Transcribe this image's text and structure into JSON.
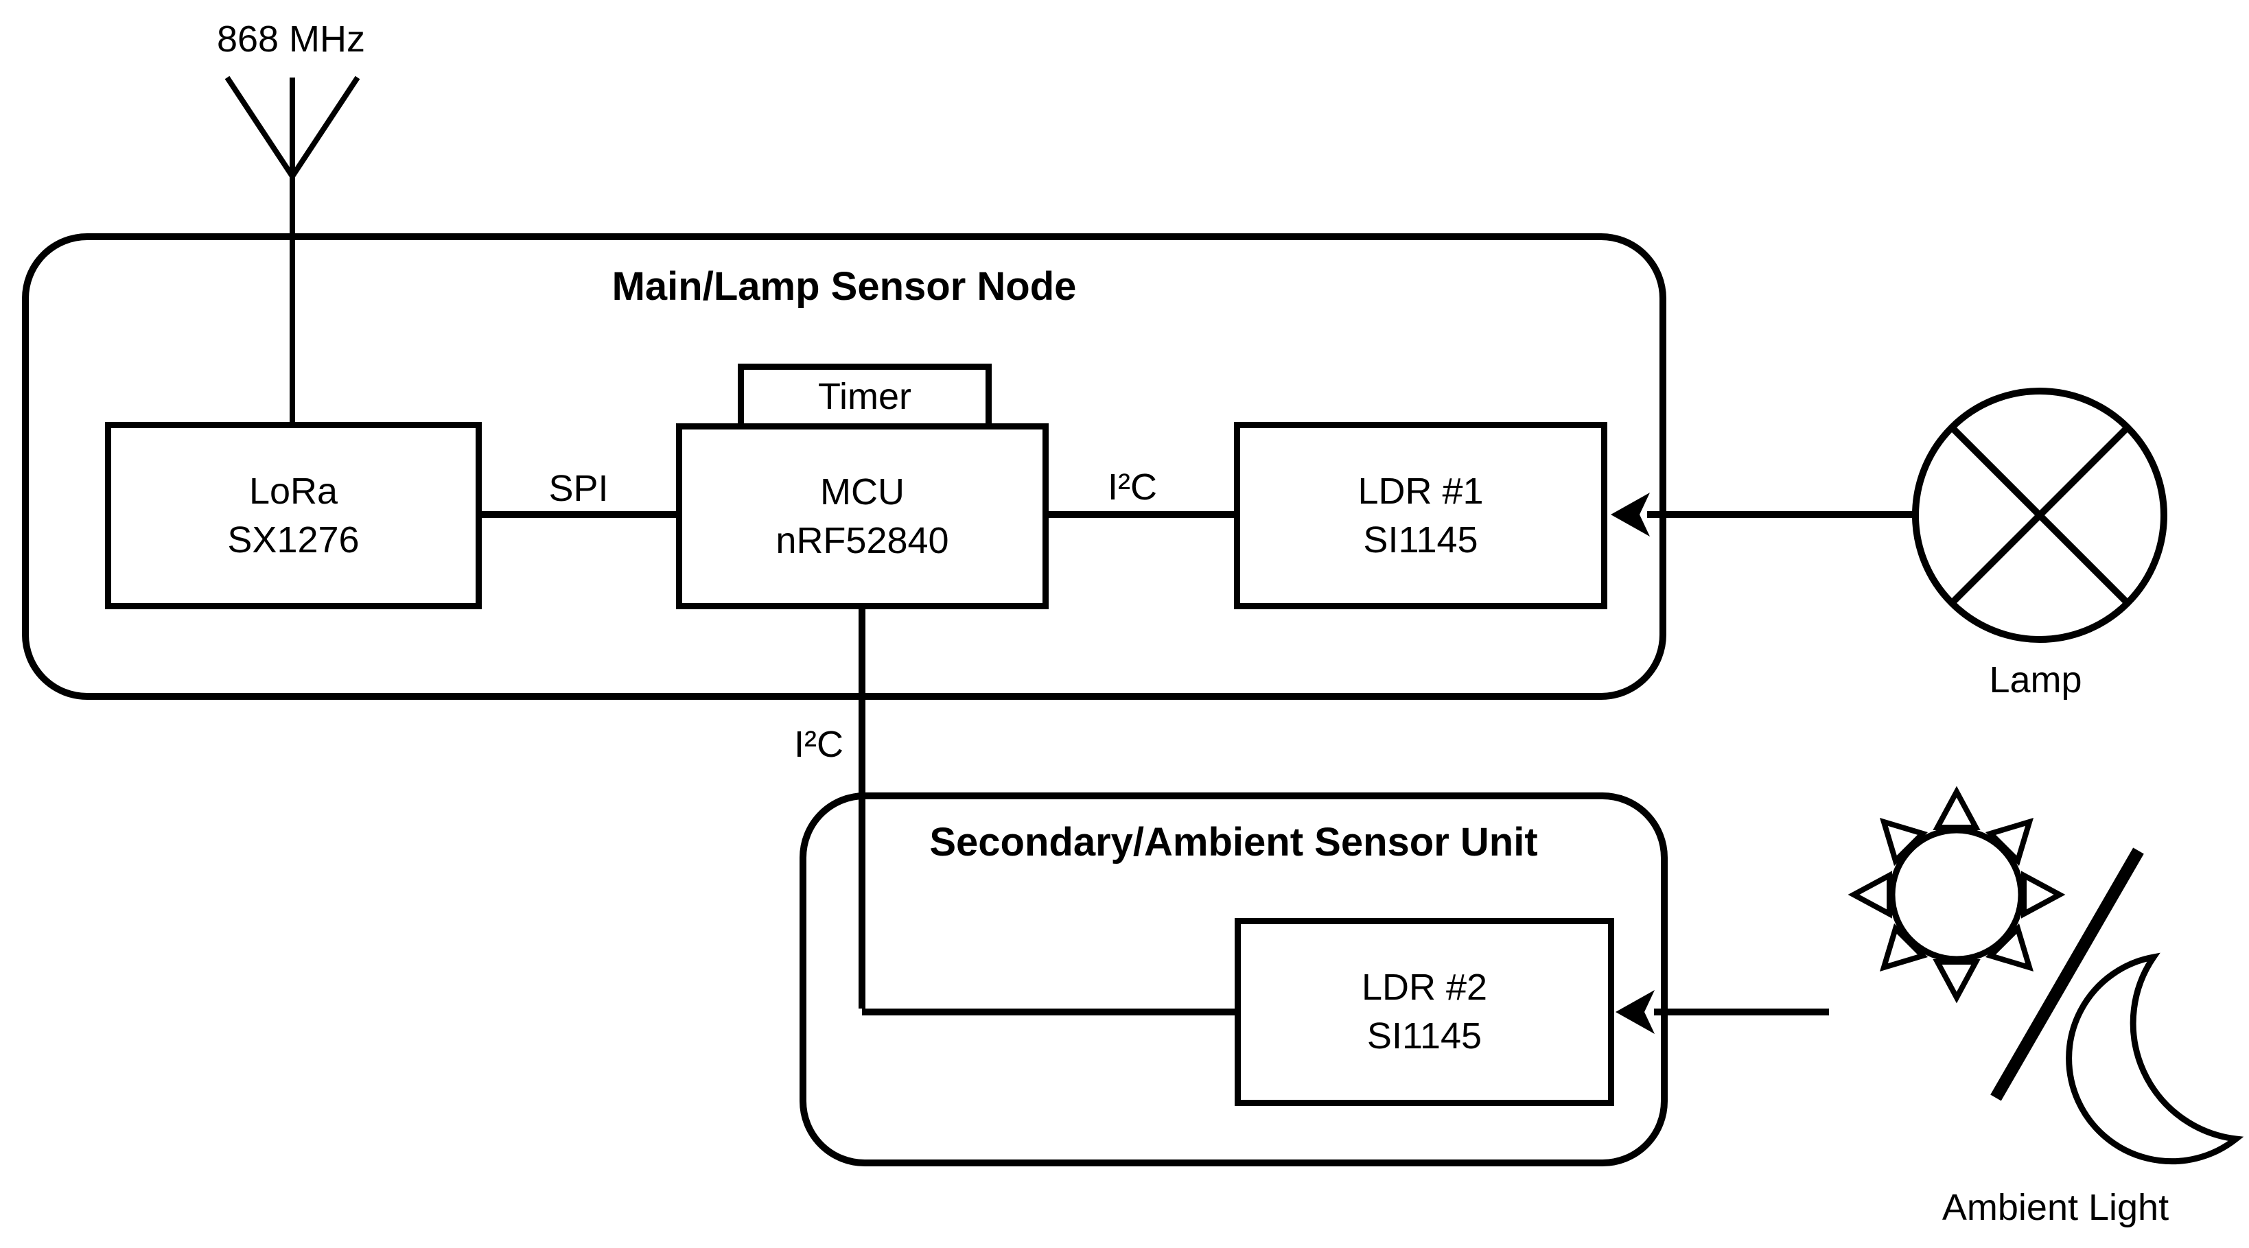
{
  "antenna": {
    "label": "868 MHz"
  },
  "main_node": {
    "title": "Main/Lamp Sensor Node",
    "lora": {
      "line1": "LoRa",
      "line2": "SX1276"
    },
    "timer": {
      "label": "Timer"
    },
    "mcu": {
      "line1": "MCU",
      "line2": "nRF52840"
    },
    "ldr1": {
      "line1": "LDR #1",
      "line2": "SI1145"
    },
    "labels": {
      "spi": "SPI",
      "i2c": "I²C"
    }
  },
  "secondary_unit": {
    "title": "Secondary/Ambient Sensor Unit",
    "ldr2": {
      "line1": "LDR #2",
      "line2": "SI1145"
    },
    "labels": {
      "i2c": "I²C"
    }
  },
  "lamp": {
    "label": "Lamp"
  },
  "ambient": {
    "label": "Ambient Light"
  },
  "colors": {
    "line": "#000000",
    "background": "#ffffff"
  }
}
